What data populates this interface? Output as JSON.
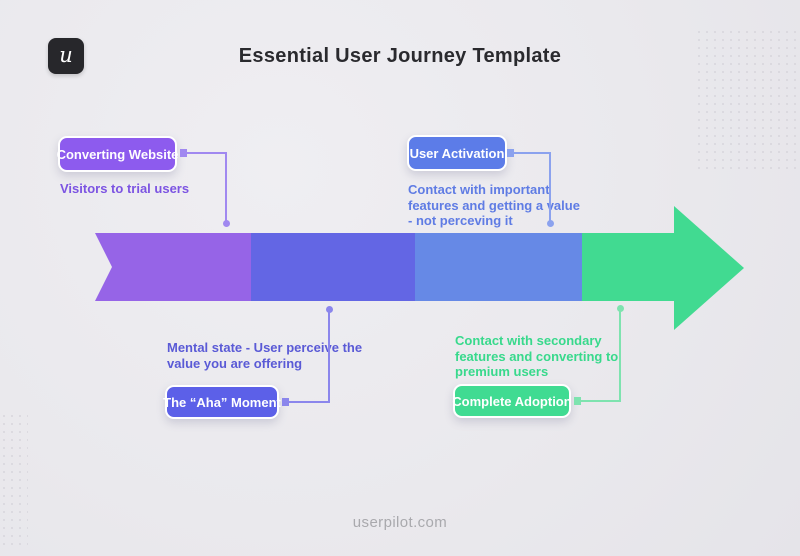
{
  "page": {
    "title": "Essential User Journey Template",
    "footer": "userpilot.com",
    "logo_letter": "u"
  },
  "stages": [
    {
      "id": "converting-website",
      "label": "Converting Website",
      "description": "Visitors to trial users",
      "pill_color": "#8d5bee",
      "segment_color": "#9664e7",
      "position": "top"
    },
    {
      "id": "aha-moment",
      "label": "The “Aha” Moment",
      "description": "Mental state - User perceive the value you are offering",
      "pill_color": "#5c60e8",
      "segment_color": "#6366e4",
      "position": "bottom"
    },
    {
      "id": "user-activation",
      "label": "User Activation",
      "description": "Contact with important features and getting a value - not perceving it",
      "pill_color": "#5c7ce8",
      "segment_color": "#6689e6",
      "position": "top"
    },
    {
      "id": "complete-adoption",
      "label": "Complete Adoption",
      "description": "Contact with secondary features and converting to premium users",
      "pill_color": "#40db92",
      "segment_color": "#41da91",
      "position": "bottom"
    }
  ],
  "palette": {
    "background": "#eae9ed",
    "title_text": "#2a2a2e",
    "logo_background": "#27272b",
    "arrowhead_green": "#41da91",
    "watermark_gray": "#a9a9ad"
  }
}
